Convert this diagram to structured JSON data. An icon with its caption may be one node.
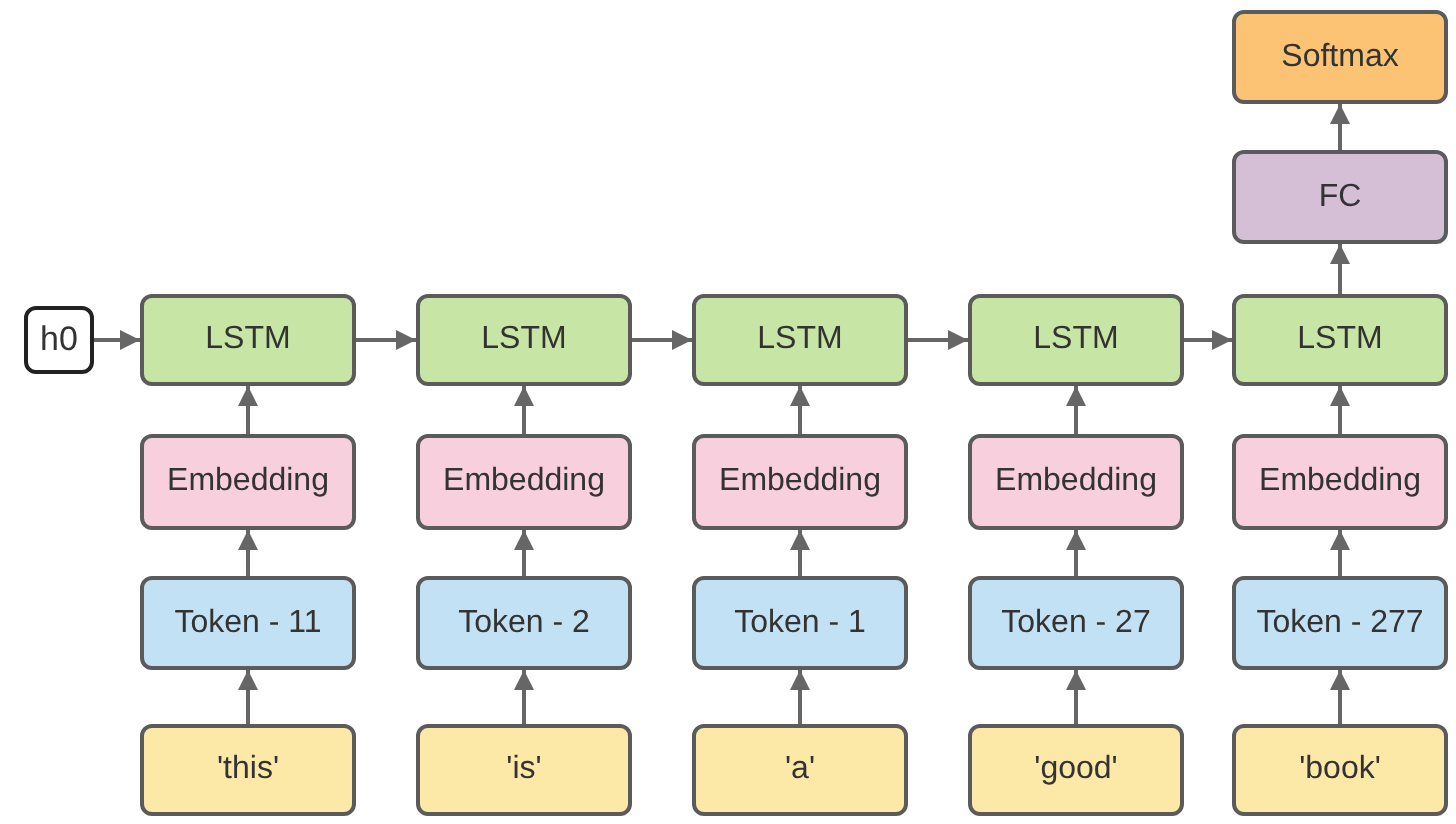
{
  "diagram": {
    "nodes": [
      {
        "text": [
          "Softmax"
        ]
      },
      {
        "text": [
          "FC"
        ]
      },
      {
        "text": [
          "h0"
        ]
      },
      {
        "text": [
          "LSTM"
        ]
      },
      {
        "text": [
          "LSTM"
        ]
      },
      {
        "text": [
          "LSTM"
        ]
      },
      {
        "text": [
          "LSTM"
        ]
      },
      {
        "text": [
          "LSTM"
        ]
      },
      {
        "text": [
          "Embedding"
        ]
      },
      {
        "text": [
          "Embedding"
        ]
      },
      {
        "text": [
          "Embedding"
        ]
      },
      {
        "text": [
          "Embedding"
        ]
      },
      {
        "text": [
          "Embedding"
        ]
      },
      {
        "text": [
          "Token - 11"
        ]
      },
      {
        "text": [
          "Token - 2"
        ]
      },
      {
        "text": [
          "Token - 1"
        ]
      },
      {
        "text": [
          "Token - 27"
        ]
      },
      {
        "text": [
          "Token - 277"
        ]
      },
      {
        "text": [
          "'this'"
        ]
      },
      {
        "text": [
          "'is'"
        ]
      },
      {
        "text": [
          "'a'"
        ]
      },
      {
        "text": [
          "'good'"
        ]
      },
      {
        "text": [
          "'book'"
        ]
      }
    ],
    "edges": [
      {
        "from": 2,
        "to": 3,
        "arrow": "to"
      },
      {
        "from": 3,
        "to": 4,
        "arrow": "to"
      },
      {
        "from": 4,
        "to": 5,
        "arrow": "to"
      },
      {
        "from": 5,
        "to": 6,
        "arrow": "to"
      },
      {
        "from": 6,
        "to": 7,
        "arrow": "to"
      },
      {
        "from": 18,
        "to": 13,
        "arrow": "to"
      },
      {
        "from": 19,
        "to": 14,
        "arrow": "to"
      },
      {
        "from": 20,
        "to": 15,
        "arrow": "to"
      },
      {
        "from": 21,
        "to": 16,
        "arrow": "to"
      },
      {
        "from": 22,
        "to": 17,
        "arrow": "to"
      },
      {
        "from": 13,
        "to": 8,
        "arrow": "to"
      },
      {
        "from": 14,
        "to": 9,
        "arrow": "to"
      },
      {
        "from": 15,
        "to": 10,
        "arrow": "to"
      },
      {
        "from": 16,
        "to": 11,
        "arrow": "to"
      },
      {
        "from": 17,
        "to": 12,
        "arrow": "to"
      },
      {
        "from": 8,
        "to": 3,
        "arrow": "to"
      },
      {
        "from": 9,
        "to": 4,
        "arrow": "to"
      },
      {
        "from": 10,
        "to": 5,
        "arrow": "to"
      },
      {
        "from": 11,
        "to": 6,
        "arrow": "to"
      },
      {
        "from": 12,
        "to": 7,
        "arrow": "to"
      },
      {
        "from": 7,
        "to": 1,
        "arrow": "to"
      },
      {
        "from": 1,
        "to": 0,
        "arrow": "to"
      }
    ]
  }
}
